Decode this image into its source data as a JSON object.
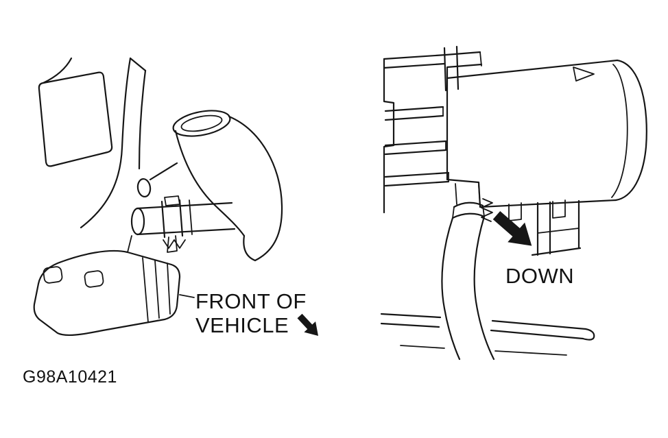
{
  "figure": {
    "code": "G98A10421",
    "description": "Automotive service manual line drawing, two views of hose and clamp locations"
  },
  "labels": {
    "front_of_vehicle_line1": "FRONT OF",
    "front_of_vehicle_line2": "VEHICLE",
    "down": "DOWN"
  },
  "icons": {
    "front_of_vehicle_arrow": "solid-arrow-down-right",
    "down_arrow": "solid-arrow-down-right"
  },
  "colors": {
    "line": "#161616",
    "background": "#ffffff"
  }
}
